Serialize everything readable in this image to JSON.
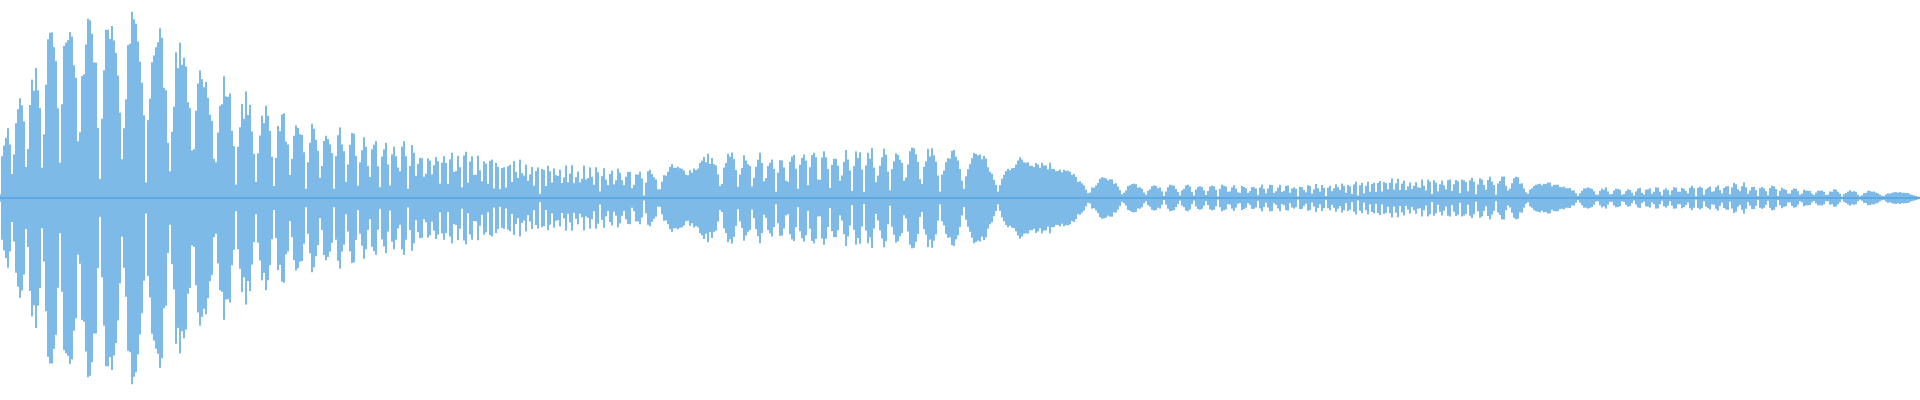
{
  "waveform": {
    "color": "#5DA9E1",
    "background": "#FFFFFF",
    "envelope": [
      0.3,
      1.0,
      1.0,
      0.85,
      0.55,
      0.4,
      0.33,
      0.27,
      0.23,
      0.17,
      0.16,
      0.15,
      0.24,
      0.23,
      0.26,
      0.26,
      0.26,
      0.22,
      0.14,
      0.07,
      0.07,
      0.07,
      0.07,
      0.1,
      0.1,
      0.12,
      0.07,
      0.05,
      0.06,
      0.08,
      0.05,
      0.04,
      0.03
    ]
  }
}
